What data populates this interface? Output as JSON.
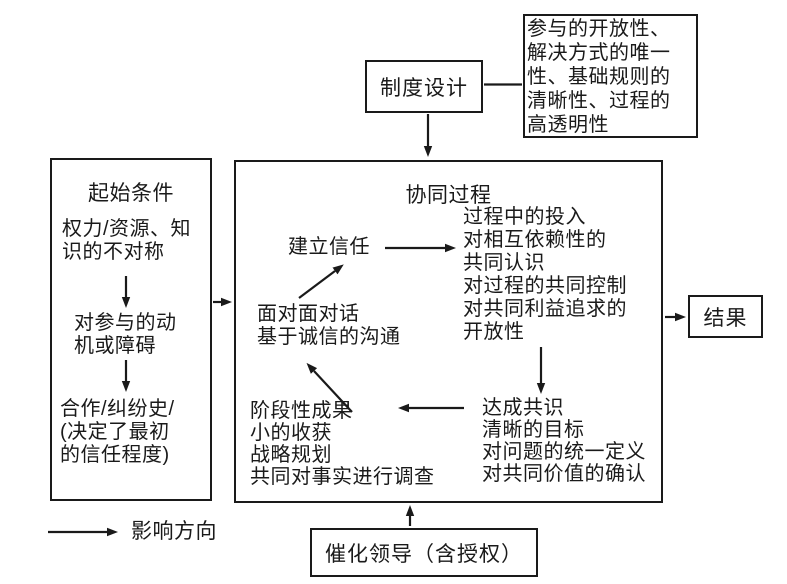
{
  "meta": {
    "background_color": "#ffffff",
    "line_color": "#1a1a1a",
    "text_color": "#1a1a1a"
  },
  "nodes": {
    "institutional_design": {
      "label": "制度设计"
    },
    "design_features": {
      "text": "参与的开放性、\n解决方式的唯一\n性、基础规则的\n清晰性、过程的\n高透明性"
    },
    "starting_conditions": {
      "title": "起始条件",
      "asymmetry": "权力/资源、知\n识的不对称",
      "motivation": "对参与的动\n机或障碍",
      "history": "合作/纠纷史/\n(决定了最初\n的信任程度)"
    },
    "collaborative_process": {
      "title": "协同过程",
      "trust_building": "建立信任",
      "process_commitment": "过程中的投入\n对相互依赖性的\n共同认识\n对过程的共同控制\n对共同利益追求的\n开放性",
      "consensus": "达成共识\n清晰的目标\n对问题的统一定义\n对共同价值的确认",
      "intermediate_outcomes": "阶段性成果\n小的收获\n战略规划\n共同对事实进行调查",
      "dialogue": "面对面对话\n基于诚信的沟通"
    },
    "outcome": {
      "label": "结果"
    },
    "catalytic_leadership": {
      "label": "催化领导（含授权）"
    }
  },
  "legend": {
    "arrow_icon": "right-arrow",
    "label": "影响方向"
  }
}
